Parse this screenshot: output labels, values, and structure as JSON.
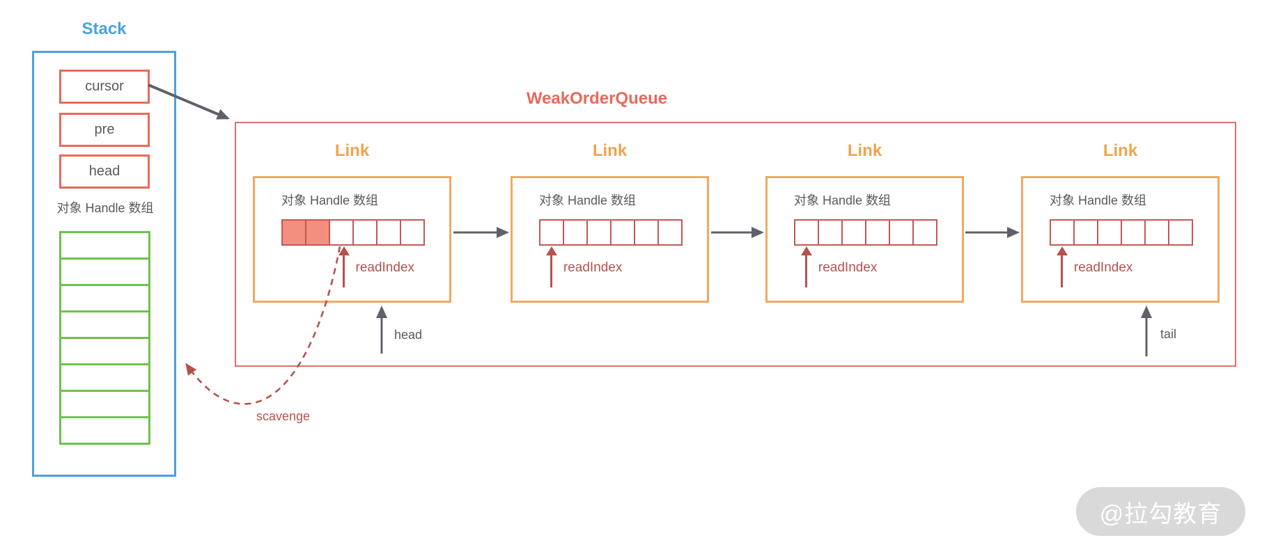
{
  "stack": {
    "title": "Stack",
    "fields": [
      {
        "label": "cursor"
      },
      {
        "label": "pre"
      },
      {
        "label": "head"
      }
    ],
    "array_label": "对象 Handle 数组",
    "array_cell_count": 8
  },
  "queue": {
    "title": "WeakOrderQueue",
    "head_pointer_label": "head",
    "tail_pointer_label": "tail",
    "links": [
      {
        "title": "Link",
        "array_label": "对象 Handle 数组",
        "cell_count": 6,
        "filled_count": 2,
        "read_index": 2,
        "read_index_label": "readIndex"
      },
      {
        "title": "Link",
        "array_label": "对象 Handle 数组",
        "cell_count": 6,
        "filled_count": 0,
        "read_index": 0,
        "read_index_label": "readIndex"
      },
      {
        "title": "Link",
        "array_label": "对象 Handle 数组",
        "cell_count": 6,
        "filled_count": 0,
        "read_index": 0,
        "read_index_label": "readIndex"
      },
      {
        "title": "Link",
        "array_label": "对象 Handle 数组",
        "cell_count": 6,
        "filled_count": 0,
        "read_index": 0,
        "read_index_label": "readIndex"
      }
    ]
  },
  "scavenge_label": "scavenge",
  "watermark": "@拉勾教育",
  "colors": {
    "stack_blue": "#4AA2DC",
    "queue_red": "#E8695B",
    "link_orange": "#F2A24D",
    "cell_border_red": "#C25853",
    "cell_fill_salmon": "#F28F7E",
    "pointer_red": "#B4524E",
    "array_green": "#6EC24A",
    "arrow_gray": "#60606A",
    "text_gray": "#595959",
    "watermark_bg": "#D9D9D9",
    "watermark_text": "#FFFFFF"
  }
}
